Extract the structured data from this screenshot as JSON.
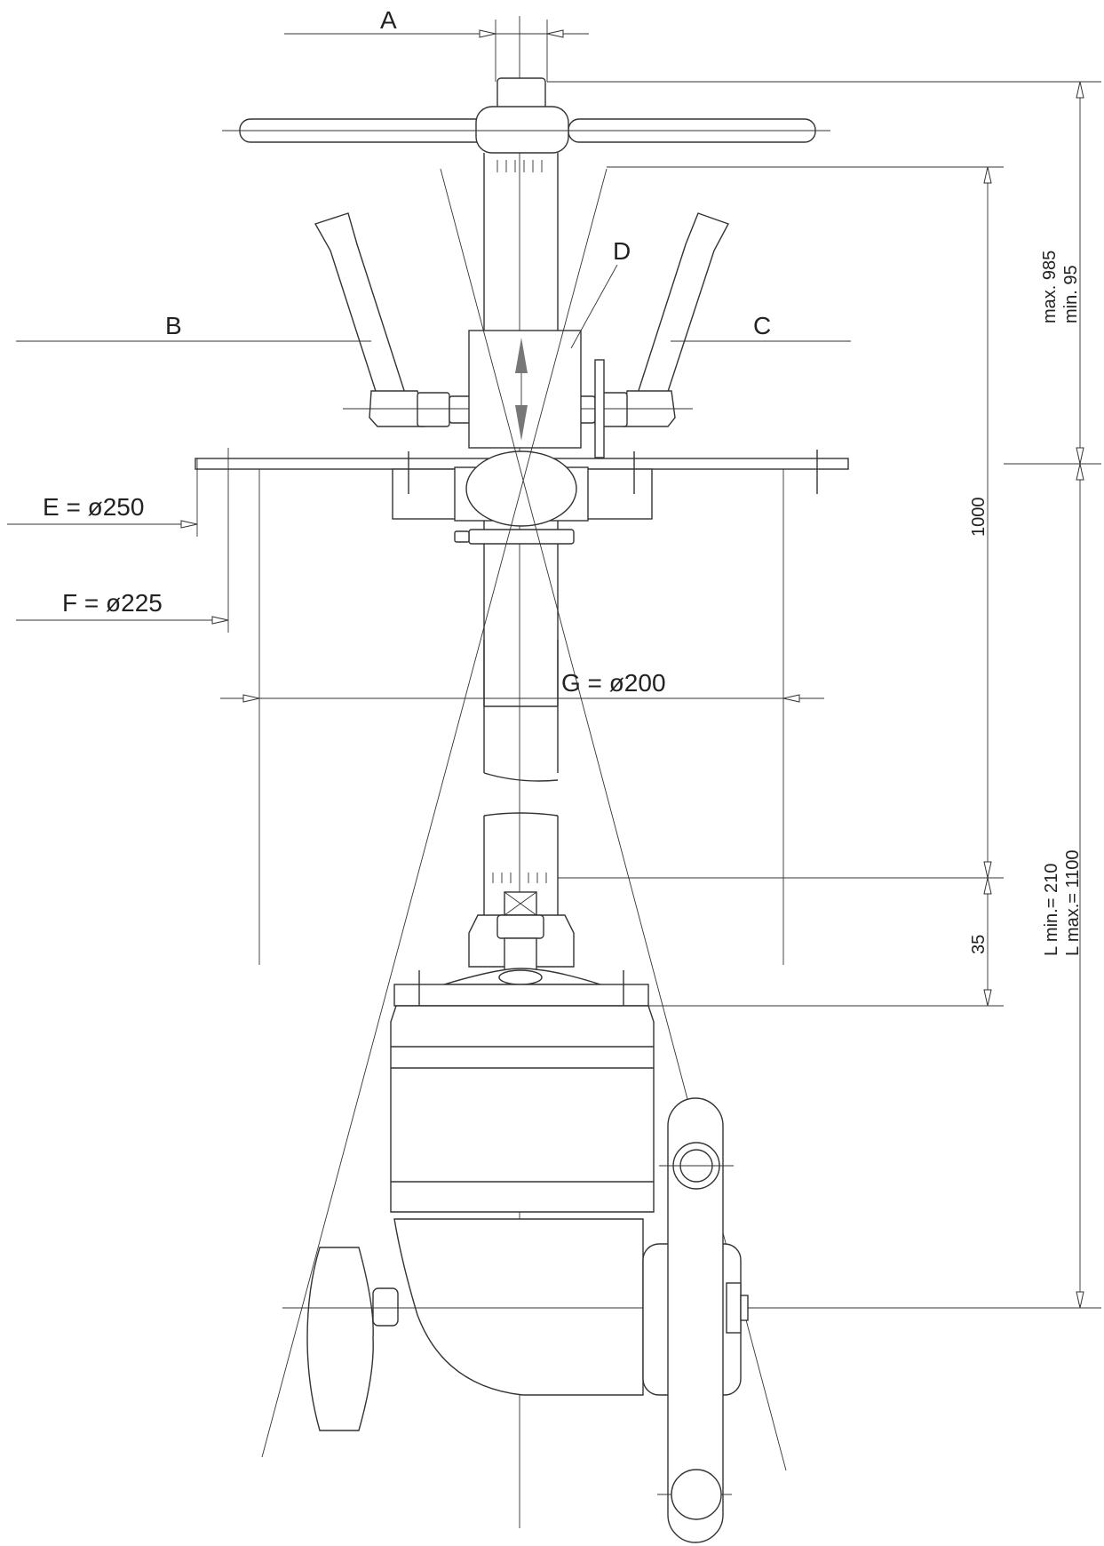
{
  "labels": {
    "a": "A",
    "b": "B",
    "c": "C",
    "d": "D",
    "e": "E = ø250",
    "f": "F = ø225",
    "g": "G = ø200"
  },
  "dimensions": {
    "upper_max": "max. 985",
    "upper_min": "min. 95",
    "spindle": "1000",
    "lower_min": "L min.= 210",
    "lower_max": "L max.= 1100",
    "flange": "35"
  },
  "colors": {
    "line": "#333333",
    "arrow": "#777777"
  }
}
